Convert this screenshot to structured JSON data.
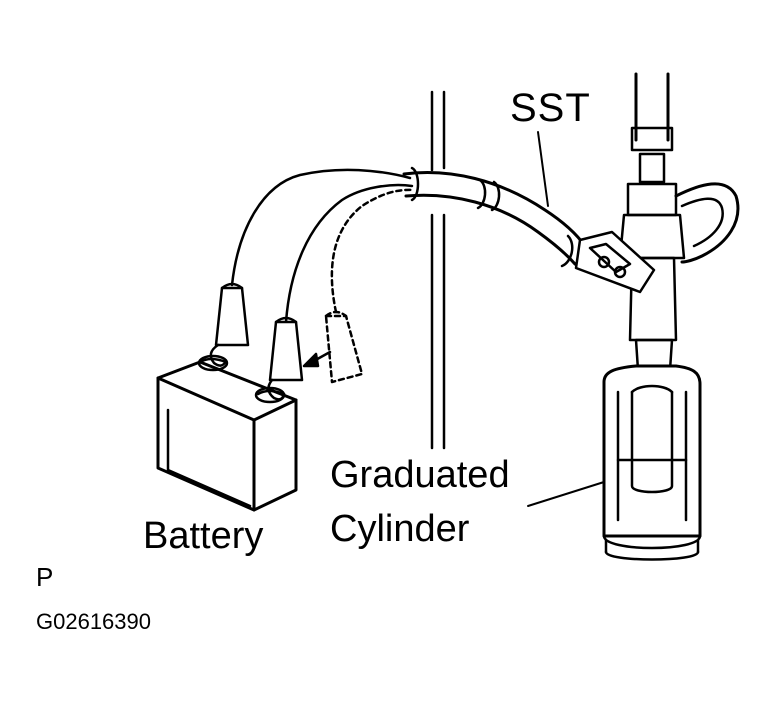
{
  "diagram": {
    "labels": {
      "sst": "SST",
      "graduated": "Graduated",
      "cylinder": "Cylinder",
      "battery": "Battery",
      "page_marker": "P",
      "figure_code": "G02616390"
    },
    "colors": {
      "line": "#000000",
      "background": "#ffffff"
    }
  }
}
